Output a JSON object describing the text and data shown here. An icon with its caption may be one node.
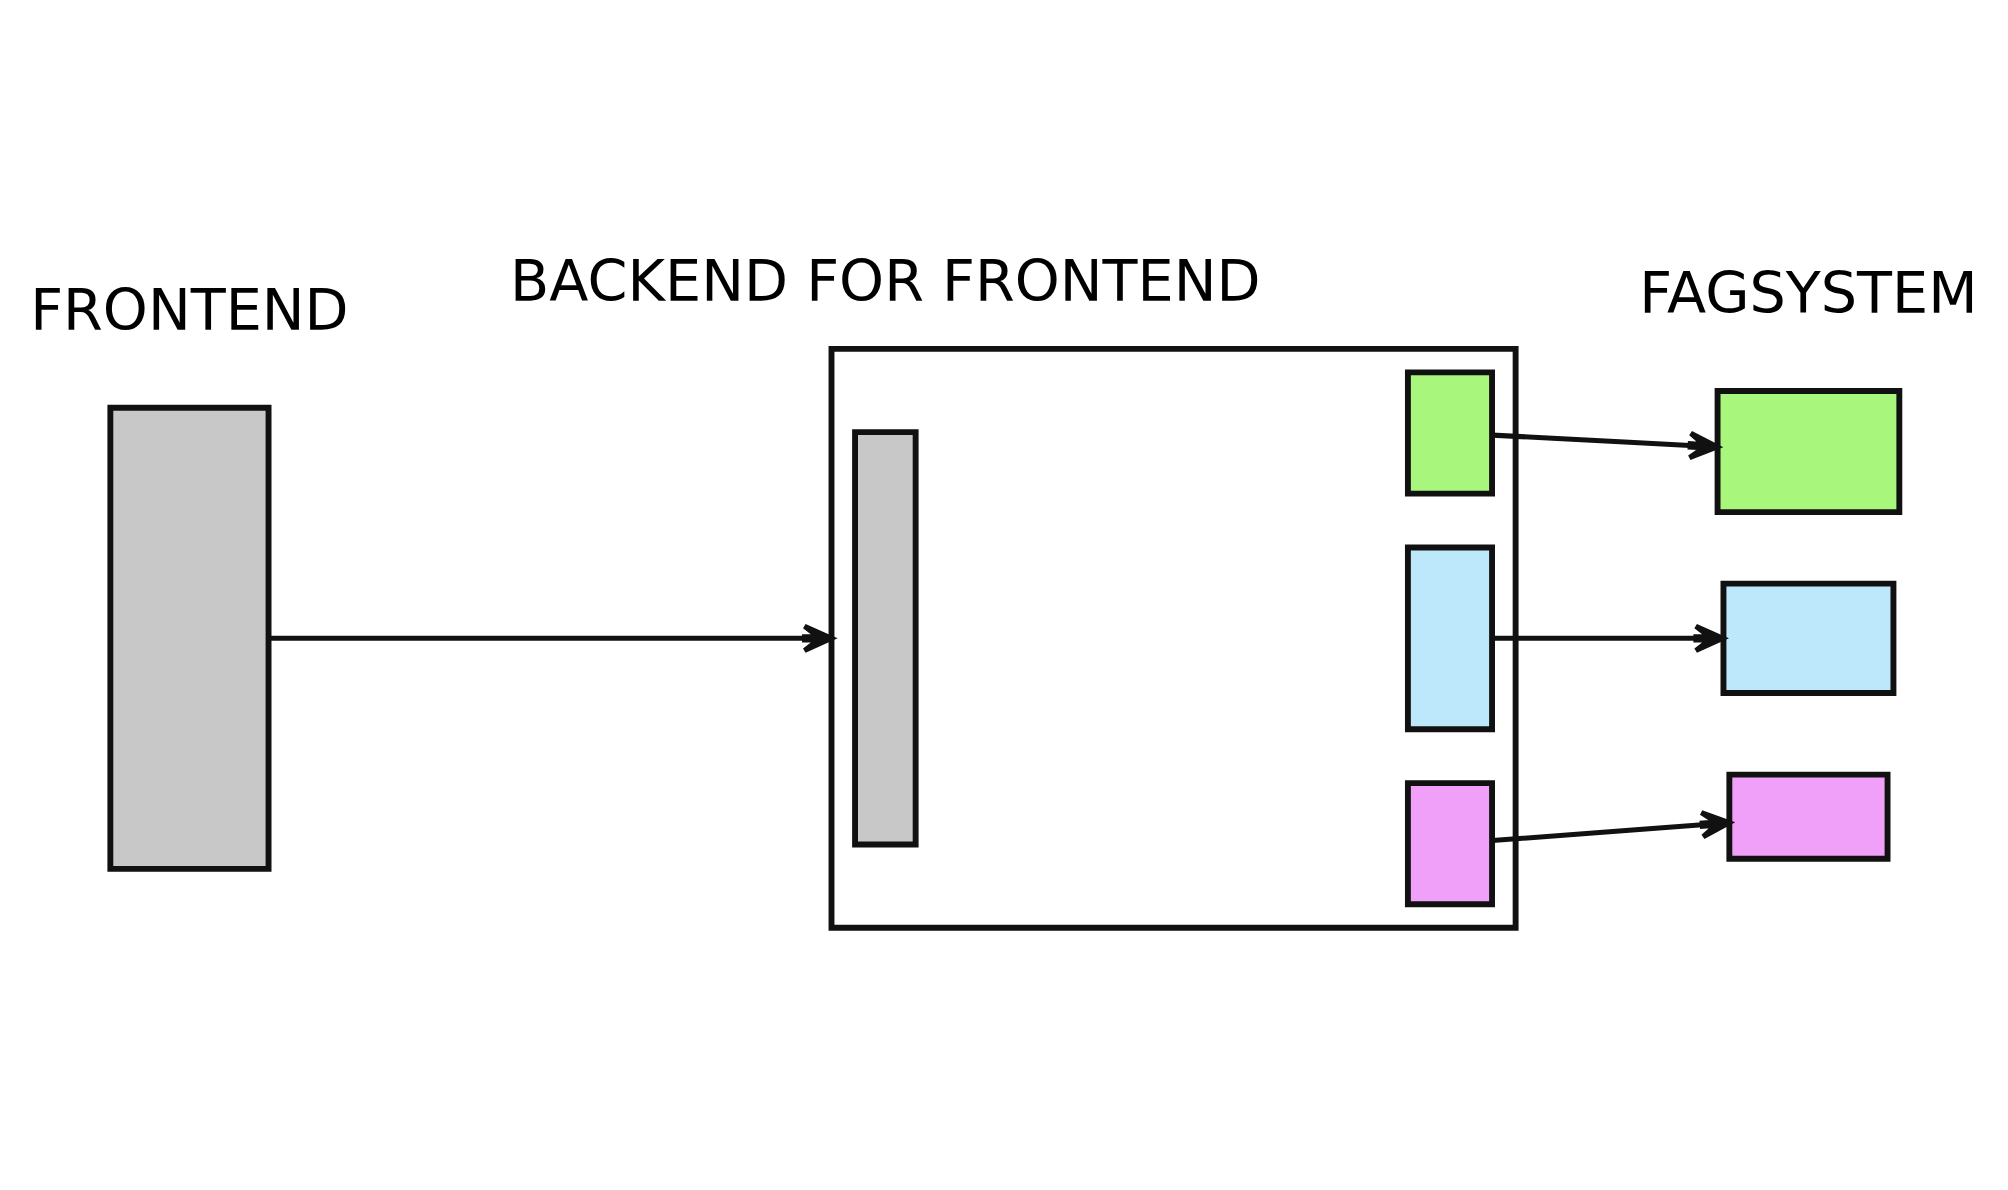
{
  "diagram": {
    "nodes": [
      {
        "text": [],
        "shape": "box"
      },
      {
        "text": [],
        "shape": "box"
      },
      {
        "text": [],
        "shape": "box",
        "in": 1
      },
      {
        "text": [],
        "shape": "box",
        "in": 1
      },
      {
        "text": [],
        "shape": "box",
        "in": 1
      },
      {
        "text": [],
        "shape": "box",
        "in": 1
      },
      {
        "text": [],
        "shape": "box"
      },
      {
        "text": [],
        "shape": "box"
      },
      {
        "text": [],
        "shape": "box"
      }
    ],
    "edges": [
      {
        "from": 0,
        "to": 1,
        "arrow": "to"
      },
      {
        "from": 3,
        "to": 6,
        "arrow": "to"
      },
      {
        "from": 4,
        "to": 7,
        "arrow": "to"
      },
      {
        "from": 5,
        "to": 8,
        "arrow": "to"
      }
    ],
    "labels": [
      "FRONTEND",
      "BACKEND FOR FRONTEND",
      "FAGSYSTEM"
    ]
  }
}
